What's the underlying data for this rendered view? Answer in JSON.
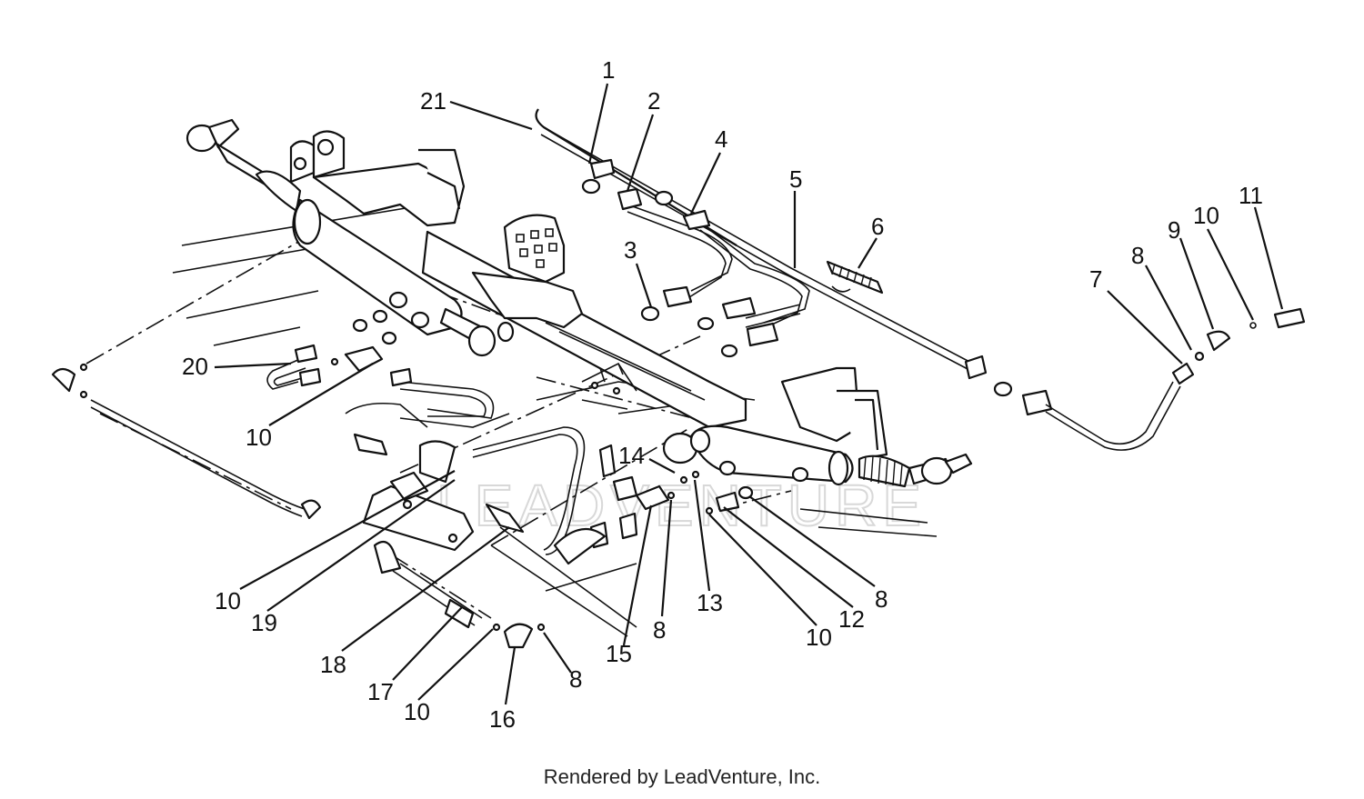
{
  "callouts": [
    {
      "id": "c1",
      "label": "1"
    },
    {
      "id": "c2",
      "label": "2"
    },
    {
      "id": "c3",
      "label": "3"
    },
    {
      "id": "c4",
      "label": "4"
    },
    {
      "id": "c5",
      "label": "5"
    },
    {
      "id": "c6",
      "label": "6"
    },
    {
      "id": "c7",
      "label": "7"
    },
    {
      "id": "c8a",
      "label": "8"
    },
    {
      "id": "c9",
      "label": "9"
    },
    {
      "id": "c10a",
      "label": "10"
    },
    {
      "id": "c11",
      "label": "11"
    },
    {
      "id": "c21",
      "label": "21"
    },
    {
      "id": "c20",
      "label": "20"
    },
    {
      "id": "c10b",
      "label": "10"
    },
    {
      "id": "c14",
      "label": "14"
    },
    {
      "id": "c10c",
      "label": "10"
    },
    {
      "id": "c19",
      "label": "19"
    },
    {
      "id": "c18",
      "label": "18"
    },
    {
      "id": "c17",
      "label": "17"
    },
    {
      "id": "c10d",
      "label": "10"
    },
    {
      "id": "c16",
      "label": "16"
    },
    {
      "id": "c8b",
      "label": "8"
    },
    {
      "id": "c15",
      "label": "15"
    },
    {
      "id": "c8c",
      "label": "8"
    },
    {
      "id": "c13",
      "label": "13"
    },
    {
      "id": "c10e",
      "label": "10"
    },
    {
      "id": "c12",
      "label": "12"
    },
    {
      "id": "c8d",
      "label": "8"
    }
  ],
  "watermark": "LEADVENTURE",
  "footer": "Rendered by LeadVenture, Inc."
}
